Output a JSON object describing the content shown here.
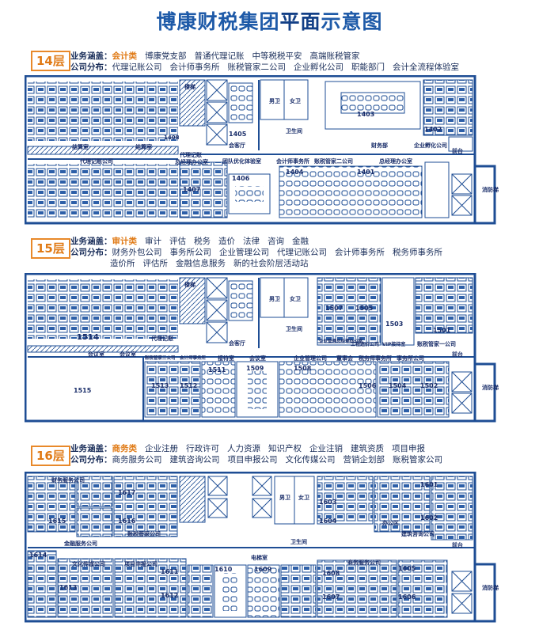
{
  "title": {
    "normal": "博康财税集团",
    "bold": "平面",
    "tail": "示意图"
  },
  "labels": {
    "coverage": "业务涵盖：",
    "distribution": "公司分布："
  },
  "floors": [
    {
      "id": "14",
      "badge": "14层",
      "category": "会计类",
      "coverage": [
        "博康党支部",
        "普通代理记账",
        "中等税税平安",
        "高端账税管家"
      ],
      "distribution_lines": [
        [
          "代理记账公司",
          "会计师事务所",
          "账税管家二公司",
          "企业孵化公司",
          "职能部门",
          "会计全流程体验室"
        ]
      ],
      "rooms": [
        "1408",
        "代理记账公司",
        "楼梯",
        "1405",
        "会客厅",
        "代理记账",
        "总经理办公室",
        "1407",
        "团队优化体验室",
        "1406",
        "男卫",
        "女卫",
        "卫生间",
        "会计师事务所",
        "账税管家二公司",
        "1404",
        "1403",
        "财务部",
        "企业孵化公司",
        "1402",
        "1401",
        "总经理办公室",
        "前台",
        "消防梯",
        "结算室",
        "结算室"
      ]
    },
    {
      "id": "15",
      "badge": "15层",
      "category": "审计类",
      "coverage": [
        "审计",
        "评估",
        "税务",
        "造价",
        "法律",
        "咨询",
        "金融"
      ],
      "distribution_lines": [
        [
          "财务外包公司",
          "事务所公司",
          "企业管理公司",
          "代理记账公司",
          "会计师事务所",
          "税务师事务所"
        ],
        [
          "造价所",
          "评估所",
          "金融信息服务",
          "新的社会阶层活动站"
        ]
      ],
      "rooms": [
        "1514",
        "代理记账",
        "楼梯",
        "会客厅",
        "男卫",
        "女卫",
        "卫生间",
        "1507",
        "1505",
        "1503",
        "1501",
        "企业管理总经理办公室",
        "工程造价公司",
        "VIP接待室",
        "账税管家一公司",
        "前台",
        "1515",
        "会议室",
        "账税管家三公司",
        "会计师事务所",
        "接待室",
        "会议室",
        "企业管理公司",
        "董事会",
        "税务师事务所",
        "事务所公司",
        "1513",
        "1512",
        "1511",
        "1509",
        "1508",
        "1506",
        "1504",
        "1502",
        "消防梯",
        "会议室"
      ]
    },
    {
      "id": "16",
      "badge": "16层",
      "category": "商务类",
      "coverage": [
        "企业注册",
        "行政许可",
        "人力资源",
        "知识产权",
        "企业注销",
        "建筑资质",
        "项目申报"
      ],
      "distribution_lines": [
        [
          "商务服务公司",
          "建筑咨询公司",
          "项目申报公司",
          "文化传媒公司",
          "营销企划部",
          "账税管家公司"
        ]
      ],
      "rooms": [
        "财务服务公司",
        "1617",
        "1616",
        "1615",
        "账税管家公司",
        "金融服务公司",
        "1614",
        "文化传媒公司",
        "项目申报公司",
        "1611",
        "1612",
        "1613",
        "1610",
        "1609",
        "电梯室",
        "男卫",
        "女卫",
        "卫生间",
        "1603",
        "1604",
        "办公区",
        "建筑咨询公司",
        "1601",
        "1602",
        "前台",
        "商务服务公司",
        "1608",
        "1607",
        "1606",
        "1605",
        "消防梯"
      ]
    }
  ]
}
